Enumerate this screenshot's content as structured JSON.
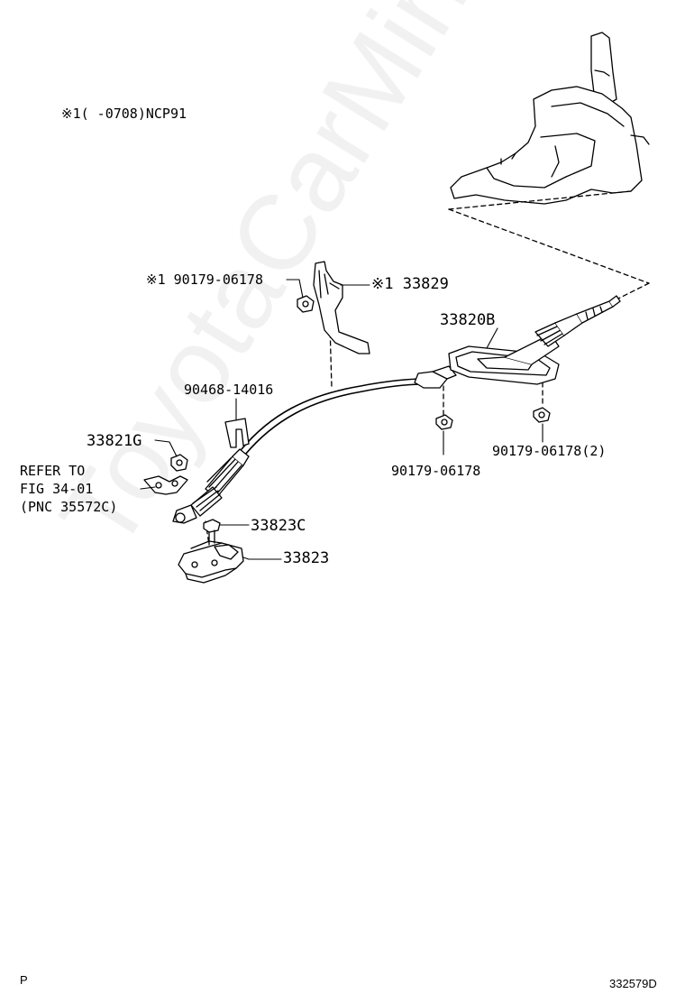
{
  "note": "※1(     -0708)NCP91",
  "watermark": "ToyotaCarMine.ru",
  "labels": {
    "p90179_06178_top": "※1 90179-06178",
    "p33829": "※1 33829",
    "p33820B": "33820B",
    "p90468_14016": "90468-14016",
    "p33821G": "33821G",
    "refer_line1": "REFER TO",
    "refer_line2": "FIG 34-01",
    "refer_line3": "(PNC 35572C)",
    "p33823C": "33823C",
    "p33823": "33823",
    "p90179_06178_mid": "90179-06178",
    "p90179_06178_2": "90179-06178(2)"
  },
  "footer": {
    "left": "P",
    "right": "332579D"
  },
  "colors": {
    "ink": "#000000",
    "watermark": "#f1f1f1"
  }
}
